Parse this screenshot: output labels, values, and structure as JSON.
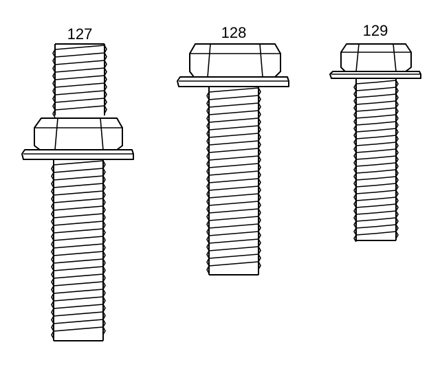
{
  "fasteners": [
    {
      "id": "stud",
      "label": "127"
    },
    {
      "id": "bolt-long",
      "label": "128"
    },
    {
      "id": "bolt-short",
      "label": "129"
    }
  ]
}
